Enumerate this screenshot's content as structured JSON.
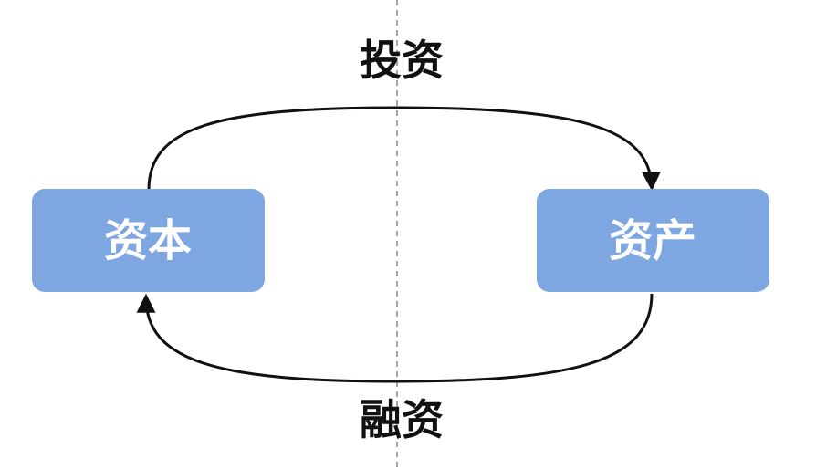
{
  "nodes": {
    "capital": {
      "label": "资本"
    },
    "asset": {
      "label": "资产"
    }
  },
  "flows": {
    "investment": {
      "label": "投资"
    },
    "financing": {
      "label": "融资"
    }
  },
  "colors": {
    "node_fill": "#7EA6E0",
    "node_text": "#FFFFFF",
    "arrow": "#111111",
    "divider": "#888888"
  }
}
